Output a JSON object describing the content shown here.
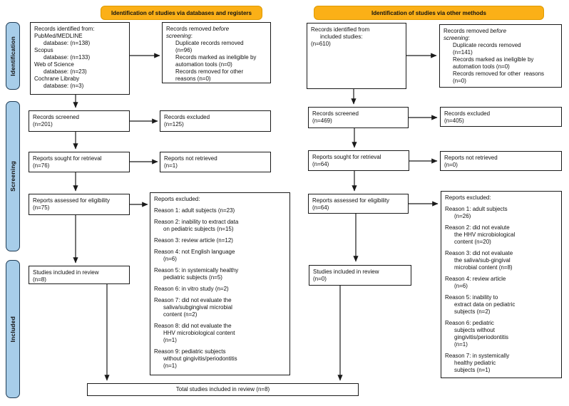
{
  "colors": {
    "header_bg": "#FBB017",
    "header_border": "#DE9A00",
    "stage_bg": "#A7CDE9",
    "stage_border": "#1F3B54",
    "line_color": "#1a1a1a"
  },
  "headers": {
    "databases": "Identification of studies via databases and registers",
    "other": "Identification of studies via other methods"
  },
  "stages": {
    "identification": "Identification",
    "screening": "Screening",
    "included": "Included"
  },
  "left": {
    "identified": {
      "lines": [
        {
          "t": "Records identified from:"
        },
        {
          "t": "PubMed/MEDLINE"
        },
        {
          "t": "database: (n=138)",
          "i": 1
        },
        {
          "t": "Scopus"
        },
        {
          "t": "database: (n=133)",
          "i": 1
        },
        {
          "t": "Web of Science"
        },
        {
          "t": "database: (n=23)",
          "i": 1
        },
        {
          "t": "Cochrane Libraby"
        },
        {
          "t": "database: (n=3)",
          "i": 1
        }
      ]
    },
    "removed": {
      "lines": [
        {
          "segs": [
            {
              "t": "Records removed "
            },
            {
              "t": "before",
              "it": 1
            }
          ]
        },
        {
          "segs": [
            {
              "t": "screening",
              "it": 1
            },
            {
              "t": ":"
            }
          ]
        },
        {
          "t": "Duplicate records removed",
          "i": 1
        },
        {
          "t": "(n=96)",
          "i": 1
        },
        {
          "t": "Records marked as ineligible by",
          "i": 1
        },
        {
          "t": "automation tools (n=0)",
          "i": 1
        },
        {
          "t": "Records removed for other",
          "i": 1
        },
        {
          "t": "reasons (n=0)",
          "i": 1
        }
      ]
    },
    "screened": {
      "lines": [
        {
          "t": "Records screened"
        },
        {
          "t": "(n=201)"
        }
      ]
    },
    "excluded": {
      "lines": [
        {
          "t": "Records excluded"
        },
        {
          "t": "(n=125)"
        }
      ]
    },
    "sought": {
      "lines": [
        {
          "t": "Reports sought for retrieval"
        },
        {
          "t": "(n=76)"
        }
      ]
    },
    "not_retrieved": {
      "lines": [
        {
          "t": "Reports not retrieved"
        },
        {
          "t": "(n=1)"
        }
      ]
    },
    "eligibility": {
      "lines": [
        {
          "t": "Reports assessed for eligibility"
        },
        {
          "t": "(n=75)"
        }
      ]
    },
    "reasons": {
      "lines": [
        {
          "t": "Reports excluded:"
        },
        {
          "t": "Reason 1: adult subjects (n=23)",
          "gap": 1
        },
        {
          "t": "Reason 2: inability to extract data",
          "gap": 1
        },
        {
          "t": "on pediatric subjects (n=15)",
          "i": 1
        },
        {
          "t": "Reason 3: review article (n=12)",
          "gap": 1
        },
        {
          "t": "Reason 4: not English language",
          "gap": 1
        },
        {
          "t": "(n=6)",
          "i": 1
        },
        {
          "t": "Reason 5: in systemically healthy",
          "gap": 1
        },
        {
          "t": "pediatric subjects (n=5)",
          "i": 1
        },
        {
          "t": "Reason 6: in vitro study (n=2)",
          "gap": 1
        },
        {
          "t": "Reason 7: did not evaluate the",
          "gap": 1
        },
        {
          "t": "saliva/subgingival microbial",
          "i": 1
        },
        {
          "t": "content (n=2)",
          "i": 1
        },
        {
          "t": "Reason 8: did not evaluate the",
          "gap": 1
        },
        {
          "t": "HHV microbiological content",
          "i": 1
        },
        {
          "t": "(n=1)",
          "i": 1
        },
        {
          "t": "Reason 9: pediatric subjects",
          "gap": 1
        },
        {
          "t": "without gingivitis/periodontitis",
          "i": 1
        },
        {
          "t": "(n=1)",
          "i": 1
        }
      ]
    },
    "included": {
      "lines": [
        {
          "t": "Studies included in review"
        },
        {
          "t": "(n=8)"
        }
      ]
    }
  },
  "right": {
    "identified": {
      "lines": [
        {
          "t": "Records identified from"
        },
        {
          "t": "included studies:",
          "i": 1
        },
        {
          "t": "(n=610)"
        }
      ]
    },
    "removed": {
      "lines": [
        {
          "segs": [
            {
              "t": "Records removed "
            },
            {
              "t": "before",
              "it": 1
            }
          ]
        },
        {
          "segs": [
            {
              "t": "screening",
              "it": 1
            },
            {
              "t": ":"
            }
          ]
        },
        {
          "t": "Duplicate records removed",
          "i": 1
        },
        {
          "t": "(n=141)",
          "i": 1
        },
        {
          "t": "Records marked as ineligible by",
          "i": 1
        },
        {
          "t": "automation tools (n=0)",
          "i": 1
        },
        {
          "t": "Records removed for other  reasons",
          "i": 1
        },
        {
          "t": "(n=0)",
          "i": 1
        }
      ]
    },
    "screened": {
      "lines": [
        {
          "t": "Records screened"
        },
        {
          "t": "(n=469)"
        }
      ]
    },
    "excluded": {
      "lines": [
        {
          "t": "Records excluded"
        },
        {
          "t": "(n=405)"
        }
      ]
    },
    "sought": {
      "lines": [
        {
          "t": "Reports sought for retrieval"
        },
        {
          "t": "(n=64)"
        }
      ]
    },
    "not_retrieved": {
      "lines": [
        {
          "t": "Reports not retrieved"
        },
        {
          "t": "(n=0)"
        }
      ]
    },
    "eligibility": {
      "lines": [
        {
          "t": "Reports assessed for eligibility"
        },
        {
          "t": "(n=64)"
        }
      ]
    },
    "reasons": {
      "lines": [
        {
          "t": "Reports excluded:"
        },
        {
          "t": "Reason 1: adult subjects",
          "gap": 1
        },
        {
          "t": "(n=26)",
          "i": 1
        },
        {
          "t": "Reason 2: did not evalute",
          "gap": 1
        },
        {
          "t": "the HHV microbiological",
          "i": 1
        },
        {
          "t": "content (n=20)",
          "i": 1
        },
        {
          "t": "Reason 3: did not evaluate",
          "gap": 1
        },
        {
          "t": "the saliva/sub-gingival",
          "i": 1
        },
        {
          "t": "microbial content (n=8)",
          "i": 1
        },
        {
          "t": "Reason 4: review article",
          "gap": 1
        },
        {
          "t": "(n=6)",
          "i": 1
        },
        {
          "t": "Reason 5: inability to",
          "gap": 1
        },
        {
          "t": "extract data on pediatric",
          "i": 1
        },
        {
          "t": "subjects (n=2)",
          "i": 1
        },
        {
          "t": "Reason 6: pediatric",
          "gap": 1
        },
        {
          "t": "subjects without",
          "i": 1
        },
        {
          "t": "gingivitis/periodontitis",
          "i": 1
        },
        {
          "t": "(n=1)",
          "i": 1
        },
        {
          "t": "Reason 7: in systemically",
          "gap": 1
        },
        {
          "t": "healthy pediatric",
          "i": 1
        },
        {
          "t": "subjects (n=1)",
          "i": 1
        }
      ]
    },
    "included": {
      "lines": [
        {
          "t": "Studies included in review"
        },
        {
          "t": "(n=0)"
        }
      ]
    }
  },
  "total": {
    "label": "Total studies included in review (n=8)"
  }
}
